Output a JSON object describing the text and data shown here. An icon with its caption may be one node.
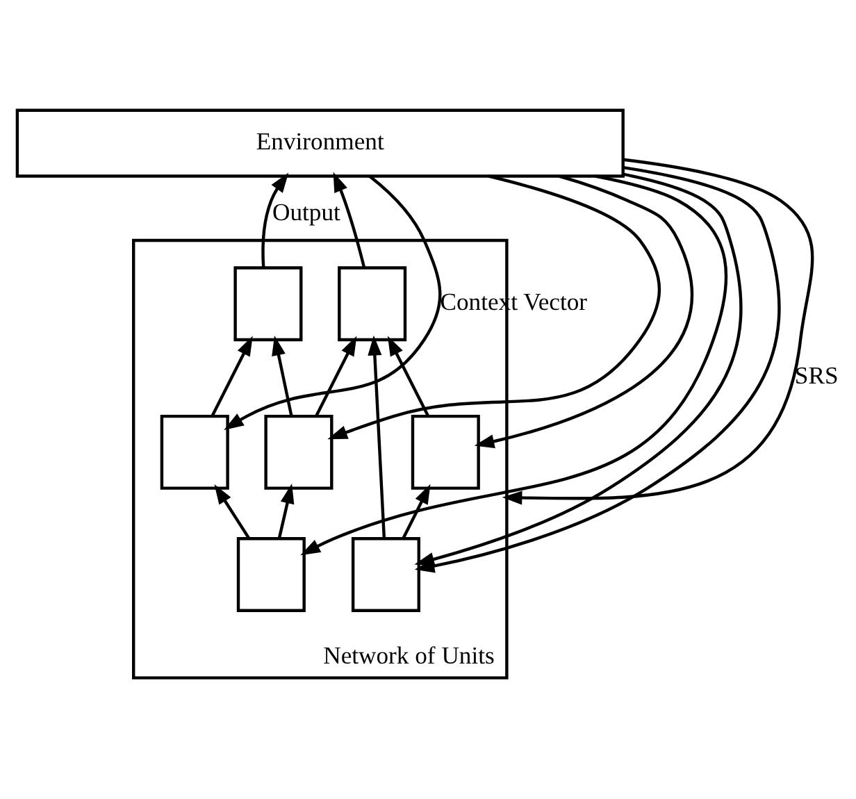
{
  "diagram": {
    "nodes": [
      {
        "text": [
          "Environment"
        ]
      },
      {
        "text": [
          "Network of Units"
        ]
      },
      {
        "text": [],
        "shape": "box",
        "in": 1
      },
      {
        "text": [],
        "shape": "box",
        "in": 1
      },
      {
        "text": [],
        "shape": "box",
        "in": 1
      },
      {
        "text": [],
        "shape": "box",
        "in": 1
      },
      {
        "text": [],
        "shape": "box",
        "in": 1
      },
      {
        "text": [],
        "shape": "box",
        "in": 1
      },
      {
        "text": [],
        "shape": "box",
        "in": 1
      }
    ],
    "edges": [
      {
        "from": 2,
        "to": 0,
        "arrow": "to",
        "label": "Output"
      },
      {
        "from": 3,
        "to": 0,
        "arrow": "to"
      },
      {
        "from": 0,
        "to": 1,
        "arrow": "to",
        "label": "SRS"
      },
      {
        "from": 4,
        "to": 2,
        "arrow": "to"
      },
      {
        "from": 5,
        "to": 2,
        "arrow": "to"
      },
      {
        "from": 5,
        "to": 3,
        "arrow": "to"
      },
      {
        "from": 8,
        "to": 3,
        "arrow": "to"
      },
      {
        "from": 6,
        "to": 3,
        "arrow": "to"
      },
      {
        "from": 7,
        "to": 4,
        "arrow": "to"
      },
      {
        "from": 7,
        "to": 5,
        "arrow": "to"
      },
      {
        "from": 8,
        "to": 6,
        "arrow": "to"
      },
      {
        "from": 0,
        "to": 6,
        "arrow": "to"
      },
      {
        "from": 0,
        "to": 8,
        "arrow": "to"
      },
      {
        "from": 0,
        "to": 5,
        "arrow": "to"
      },
      {
        "from": 0,
        "to": 8,
        "arrow": "to"
      },
      {
        "from": 0,
        "to": 4,
        "arrow": "to",
        "label": "Context Vector"
      },
      {
        "from": 0,
        "to": 7,
        "arrow": "to"
      }
    ]
  }
}
